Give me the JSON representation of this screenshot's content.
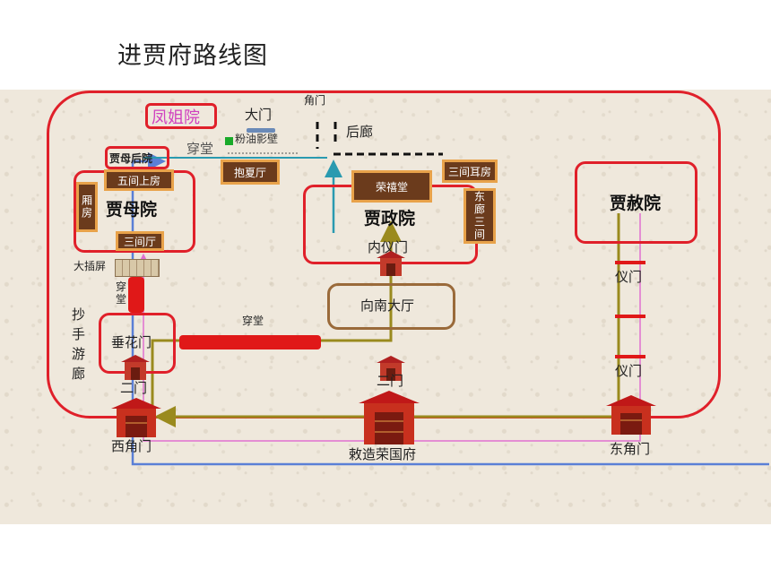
{
  "title": "进贾府路线图",
  "labels": {
    "fengjie": "凤姐院",
    "damen": "大门",
    "jiaomen": "角门",
    "houlang": "后廊",
    "chuantang1": "穿堂",
    "fenyou": "粉油影壁",
    "jiamu_houyuan": "贾母后院",
    "wujian": "五间上房",
    "xiangfang": "厢房",
    "jiamuyuan": "贾母院",
    "sanjianting": "三间厅",
    "baoxiating": "抱夏厅",
    "rongxitang": "荣禧堂",
    "sanjianerfang": "三间耳房",
    "jiazhengyuan": "贾政院",
    "dongxiang": "东廊三间",
    "neiyimen": "内仪门",
    "jiasheyuan": "贾赦院",
    "yimen1": "仪门",
    "yimen2": "仪门",
    "dachapin": "大插屏",
    "chuantang2": "穿堂",
    "chaoshou": "抄手游廊",
    "chuihuamen": "垂花门",
    "ermen1": "二门",
    "chuantang3": "穿堂",
    "xiangnan": "向南大厅",
    "ermen2": "二门",
    "xijiaomen": "西角门",
    "chizao": "敕造荣国府",
    "dongjiaomen": "东角门"
  },
  "colors": {
    "red": "#e0202a",
    "brown": "#9a6a3a",
    "blue": "#5a7fd6",
    "olive": "#9a8a1e",
    "pink": "#e070d0",
    "teal": "#2a9ab0"
  }
}
